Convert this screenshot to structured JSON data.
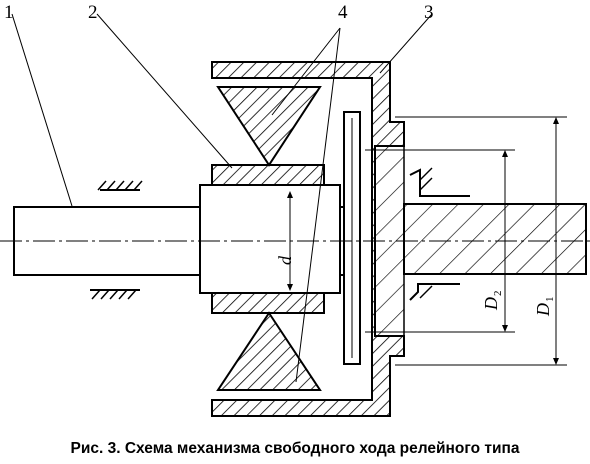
{
  "diagram": {
    "labels": {
      "part_1": "1",
      "part_2": "2",
      "part_4": "4",
      "part_3": "3"
    },
    "dimensions": {
      "d": "d",
      "D2_main": "D",
      "D2_sub": "2",
      "D1_main": "D",
      "D1_sub": "1"
    }
  },
  "caption": "Рис. 3. Схема механизма свободного хода релейного типа"
}
